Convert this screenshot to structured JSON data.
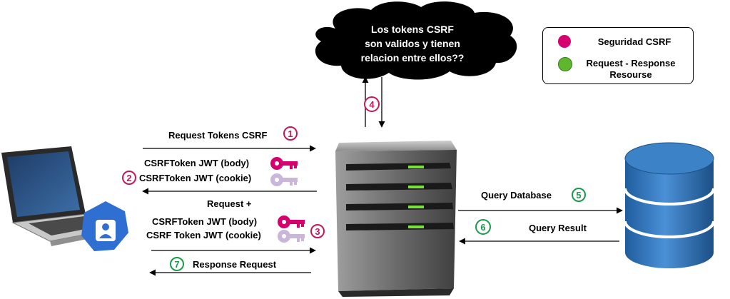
{
  "cloud": {
    "line1": "Los tokens CSRF",
    "line2": "son validos y tienen",
    "line3": "relacion entre ellos??"
  },
  "legend": {
    "security_label": "Seguridad CSRF",
    "security_color": "#d6006f",
    "request_label_line1": "Request - Response",
    "request_label_line2": "Resourse",
    "request_color": "#5fb730"
  },
  "steps": {
    "s1": {
      "num": "1",
      "label": "Request Tokens CSRF"
    },
    "s2": {
      "num": "2",
      "line1": "CSRFToken JWT  (body)",
      "line2": "CSRFToken JWT (cookie)"
    },
    "s3": {
      "num": "3",
      "title": "Request  +",
      "line1": "CSRFToken JWT  (body)",
      "line2": "CSRF Token JWT (cookie)"
    },
    "s4": {
      "num": "4"
    },
    "s5": {
      "num": "5",
      "label": "Query Database"
    },
    "s6": {
      "num": "6",
      "label": "Query Result"
    },
    "s7": {
      "num": "7",
      "label": "Response Request"
    }
  },
  "colors": {
    "security": "#c2185b",
    "request": "#1a9a4a",
    "key_solid": "#d6006f",
    "key_light": "#c9b6d9",
    "server_led": "#7be03a",
    "db_blue": "#2f73b8"
  },
  "icons": {
    "client": "laptop-icon",
    "user": "user-shield-icon",
    "server": "server-icon",
    "database": "database-icon",
    "key": "key-icon"
  }
}
